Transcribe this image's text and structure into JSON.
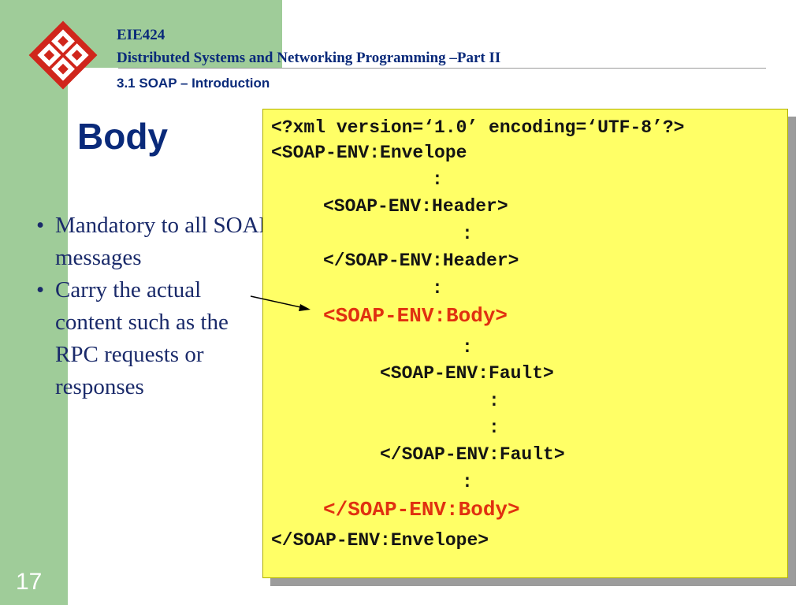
{
  "header": {
    "course_code": "EIE424",
    "course_name": "Distributed Systems and Networking Programming –Part II",
    "section": "3.1 SOAP – Introduction"
  },
  "slide": {
    "title": "Body",
    "page_number": "17",
    "bullets": [
      "Mandatory to all SOAP messages",
      "Carry the actual content such as the RPC requests or responses"
    ]
  },
  "code_lines": [
    "<?xml version=‘1.0’ encoding=‘UTF-8’?>",
    "<SOAP-ENV:Envelope",
    ":",
    "<SOAP-ENV:Header>",
    ":",
    "</SOAP-ENV:Header>",
    ":",
    "<SOAP-ENV:Body>",
    ":",
    "<SOAP-ENV:Fault>",
    ":",
    ":",
    "</SOAP-ENV:Fault>",
    ":",
    "</SOAP-ENV:Body>",
    "</SOAP-ENV:Envelope>"
  ],
  "colors": {
    "accent_green": "#9fcc99",
    "code_background": "#ffff66",
    "title_blue": "#0a2a7a",
    "highlight_red": "#e03010",
    "logo_red": "#d0261c"
  }
}
